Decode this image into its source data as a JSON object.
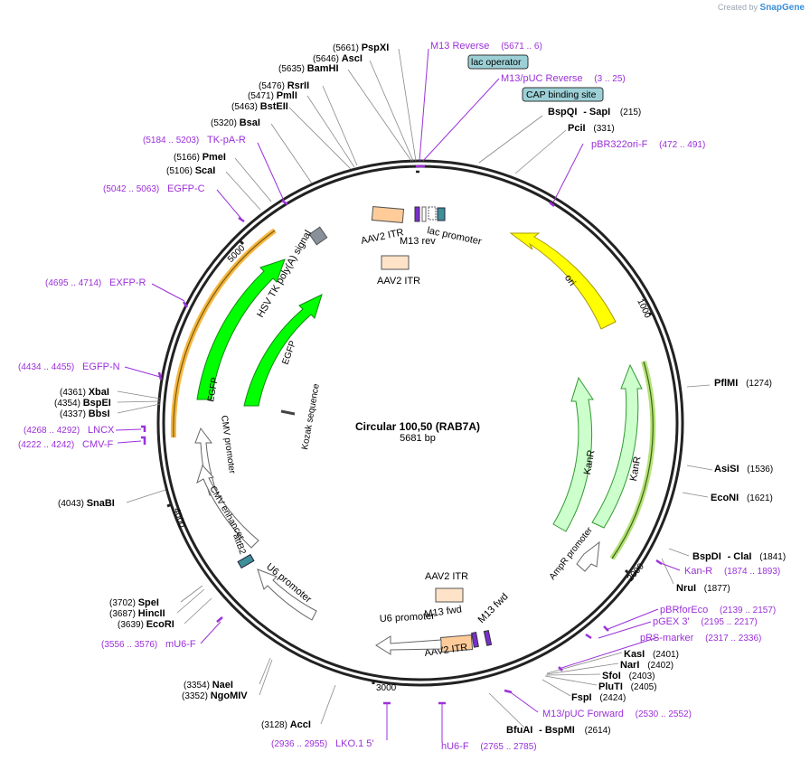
{
  "credit": {
    "created_by": "Created by",
    "brand": "SnapGene"
  },
  "plasmid": {
    "name": "Circular 100,50 (RAB7A)",
    "length_label": "5681 bp",
    "length": 5681
  },
  "colors": {
    "enzyme_label": "#000000",
    "primer": "#9b30d9",
    "backbone": "#222222",
    "ori": "#ffff00",
    "kanr": "#ccffcc",
    "egfp": "#00ff00",
    "itr": "#ffcc99",
    "highlight_orange": "#f5b740",
    "highlight_green": "#b8e07a",
    "operator": "#9cd0d6"
  },
  "ruler": [
    "1000",
    "2000",
    "3000",
    "4000",
    "5000"
  ],
  "enzymes": [
    {
      "name": "PspXI",
      "pos": "(5661)"
    },
    {
      "name": "AscI",
      "pos": "(5646)"
    },
    {
      "name": "BamHI",
      "pos": "(5635)"
    },
    {
      "name": "RsrII",
      "pos": "(5476)"
    },
    {
      "name": "PmlI",
      "pos": "(5471)"
    },
    {
      "name": "BstEII",
      "pos": "(5463)"
    },
    {
      "name": "BsaI",
      "pos": "(5320)"
    },
    {
      "name": "PmeI",
      "pos": "(5166)"
    },
    {
      "name": "ScaI",
      "pos": "(5106)"
    },
    {
      "name": "XbaI",
      "pos": "(4361)"
    },
    {
      "name": "BspEI",
      "pos": "(4354)"
    },
    {
      "name": "BbsI",
      "pos": "(4337)"
    },
    {
      "name": "SnaBI",
      "pos": "(4043)"
    },
    {
      "name": "SpeI",
      "pos": "(3702)"
    },
    {
      "name": "HincII",
      "pos": "(3687)"
    },
    {
      "name": "EcoRI",
      "pos": "(3639)"
    },
    {
      "name": "NaeI",
      "pos": "(3354)"
    },
    {
      "name": "NgoMIV",
      "pos": "(3352)"
    },
    {
      "name": "AccI",
      "pos": "(3128)"
    },
    {
      "name": "BspQI",
      "extra": "- SapI",
      "pos": "(215)"
    },
    {
      "name": "PciI",
      "pos": "(331)"
    },
    {
      "name": "PflMI",
      "pos": "(1274)"
    },
    {
      "name": "AsiSI",
      "pos": "(1536)"
    },
    {
      "name": "EcoNI",
      "pos": "(1621)"
    },
    {
      "name": "BspDI",
      "extra": "- ClaI",
      "pos": "(1841)"
    },
    {
      "name": "NruI",
      "pos": "(1877)"
    },
    {
      "name": "KasI",
      "pos": "(2401)"
    },
    {
      "name": "NarI",
      "pos": "(2402)"
    },
    {
      "name": "SfoI",
      "pos": "(2403)"
    },
    {
      "name": "PluTI",
      "pos": "(2405)"
    },
    {
      "name": "FspI",
      "pos": "(2424)"
    },
    {
      "name": "BfuAI",
      "extra": "- BspMI",
      "pos": "(2614)"
    }
  ],
  "primers": [
    {
      "name": "M13 Reverse",
      "range": "(5671 .. 6)"
    },
    {
      "name": "M13/pUC Reverse",
      "range": "(3 .. 25)"
    },
    {
      "name": "pBR322ori-F",
      "range": "(472 .. 491)"
    },
    {
      "name": "TK-pA-R",
      "range": "(5184 .. 5203)"
    },
    {
      "name": "EGFP-C",
      "range": "(5042 .. 5063)"
    },
    {
      "name": "EXFP-R",
      "range": "(4695 .. 4714)"
    },
    {
      "name": "EGFP-N",
      "range": "(4434 .. 4455)"
    },
    {
      "name": "LNCX",
      "range": "(4268 .. 4292)"
    },
    {
      "name": "CMV-F",
      "range": "(4222 .. 4242)"
    },
    {
      "name": "mU6-F",
      "range": "(3556 .. 3576)"
    },
    {
      "name": "Kan-R",
      "range": "(1874 .. 1893)"
    },
    {
      "name": "pBRforEco",
      "range": "(2139 .. 2157)"
    },
    {
      "name": "pGEX 3'",
      "range": "(2195 .. 2217)"
    },
    {
      "name": "pRS-marker",
      "range": "(2317 .. 2336)"
    },
    {
      "name": "M13/pUC Forward",
      "range": "(2530 .. 2552)"
    },
    {
      "name": "LKO.1 5'",
      "range": "(2936 .. 2955)"
    },
    {
      "name": "hU6-F",
      "range": "(2765 .. 2785)"
    }
  ],
  "boxed_labels": [
    "lac operator",
    "CAP binding site"
  ],
  "features": {
    "aav2_itr": "AAV2 ITR",
    "m13_rev": "M13 rev",
    "lac_promoter": "lac promoter",
    "ori": "ori",
    "kanr": "KanR",
    "ampr_promoter": "AmpR promoter",
    "hsv_tk_polya": "HSV TK poly(A) signal",
    "egfp": "EGFP",
    "kozak": "Kozak sequence",
    "cmv_promoter": "CMV promoter",
    "cmv_enhancer": "CMV enhancer",
    "attb2": "attB2",
    "u6_promoter": "U6 promoter",
    "m13_fwd": "M13 fwd"
  }
}
